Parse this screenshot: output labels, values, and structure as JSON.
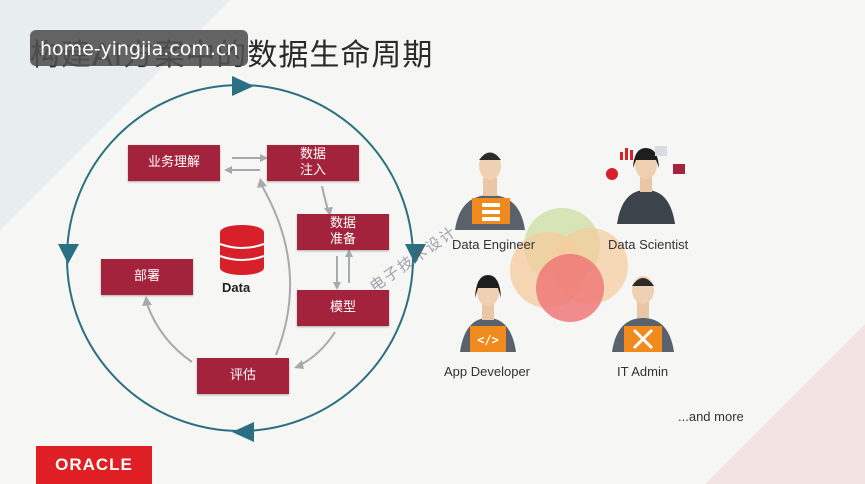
{
  "slide": {
    "title": "构建AI方案中的数据生命周期",
    "watermark": "home-yingjia.com.cn",
    "stamp_text": "电子技术设计",
    "more": "...and more",
    "logo": "ORACLE"
  },
  "cycle": {
    "stages": [
      {
        "id": "business",
        "label": "业务理解"
      },
      {
        "id": "ingest",
        "label": "数据\n注入"
      },
      {
        "id": "prepare",
        "label": "数据\n准备"
      },
      {
        "id": "model",
        "label": "模型"
      },
      {
        "id": "evaluate",
        "label": "评估"
      },
      {
        "id": "deploy",
        "label": "部署"
      }
    ],
    "center_label": "Data"
  },
  "personas": [
    {
      "id": "data-engineer",
      "label": "Data Engineer",
      "icon": "database-icon"
    },
    {
      "id": "data-scientist",
      "label": "Data Scientist",
      "icon": "chart-icon"
    },
    {
      "id": "app-developer",
      "label": "App Developer",
      "icon": "code-icon"
    },
    {
      "id": "it-admin",
      "label": "IT Admin",
      "icon": "tools-icon"
    }
  ],
  "colors": {
    "stage_box": "#a4233c",
    "cycle_ring": "#2b6f82",
    "badge": "#f08a1c",
    "logo": "#e01f25",
    "venn": [
      "#f6c48d",
      "#f28f7e",
      "#c8dc9a",
      "#ee6464"
    ]
  }
}
